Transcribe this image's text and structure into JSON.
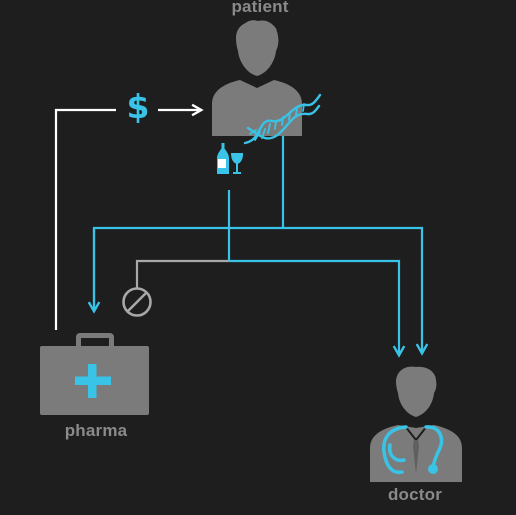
{
  "nodes": {
    "patient": {
      "label": "patient",
      "icon": "patient-icon"
    },
    "pharma": {
      "label": "pharma",
      "icon": "first-aid-kit-icon"
    },
    "doctor": {
      "label": "doctor",
      "icon": "doctor-stethoscope-icon"
    }
  },
  "payment": {
    "symbol": "$",
    "icon": "dollar-icon"
  },
  "icons": {
    "dna": "dna-icon",
    "drinks": "bottle-and-glass-icon",
    "blocked": "blocked-icon"
  },
  "colors": {
    "background": "#1e1e1e",
    "accent": "#39c3e6",
    "figure": "#7b7b7b",
    "label": "#8a8a8a",
    "neutral_line": "#a8a8a8",
    "money_line": "#ffffff"
  }
}
